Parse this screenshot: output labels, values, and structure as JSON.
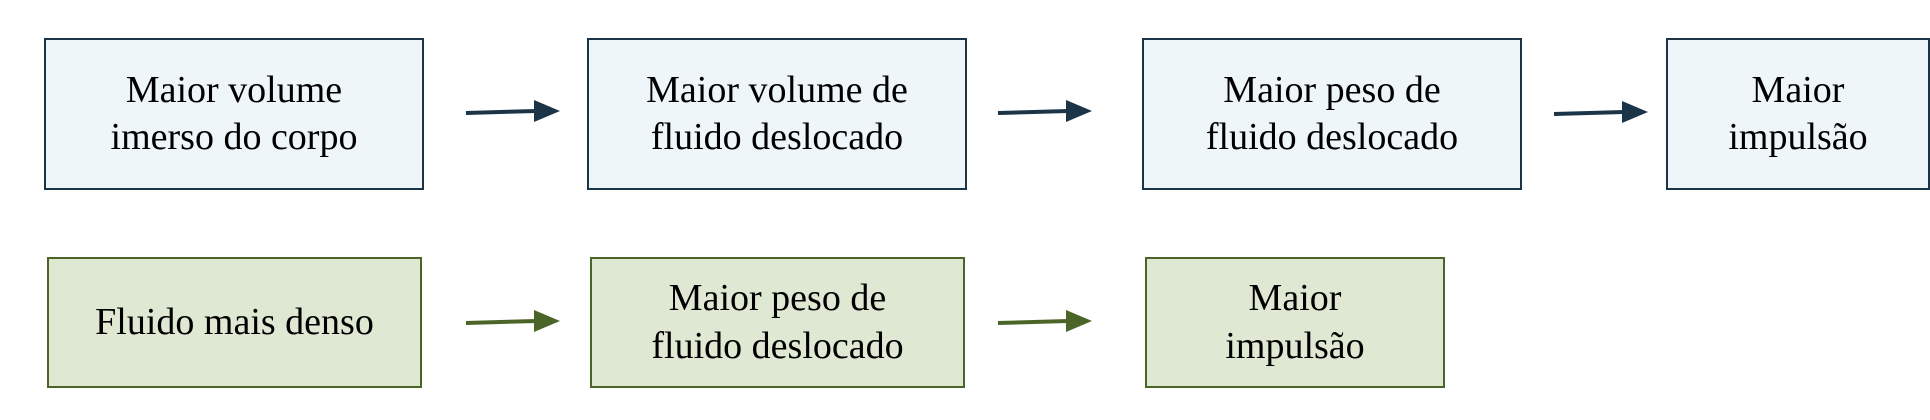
{
  "diagram": {
    "row1": {
      "color": "#1c3448",
      "fill": "#eef6fa",
      "boxes": [
        {
          "label": "Maior volume\nimerso do corpo"
        },
        {
          "label": "Maior volume de\nfluido deslocado"
        },
        {
          "label": "Maior peso de\nfluido deslocado"
        },
        {
          "label": "Maior\nimpulsão"
        }
      ]
    },
    "row2": {
      "color": "#4b6528",
      "fill": "#dfe8d3",
      "boxes": [
        {
          "label": "Fluido mais denso"
        },
        {
          "label": "Maior peso de\nfluido deslocado"
        },
        {
          "label": "Maior\nimpulsão"
        }
      ]
    }
  }
}
